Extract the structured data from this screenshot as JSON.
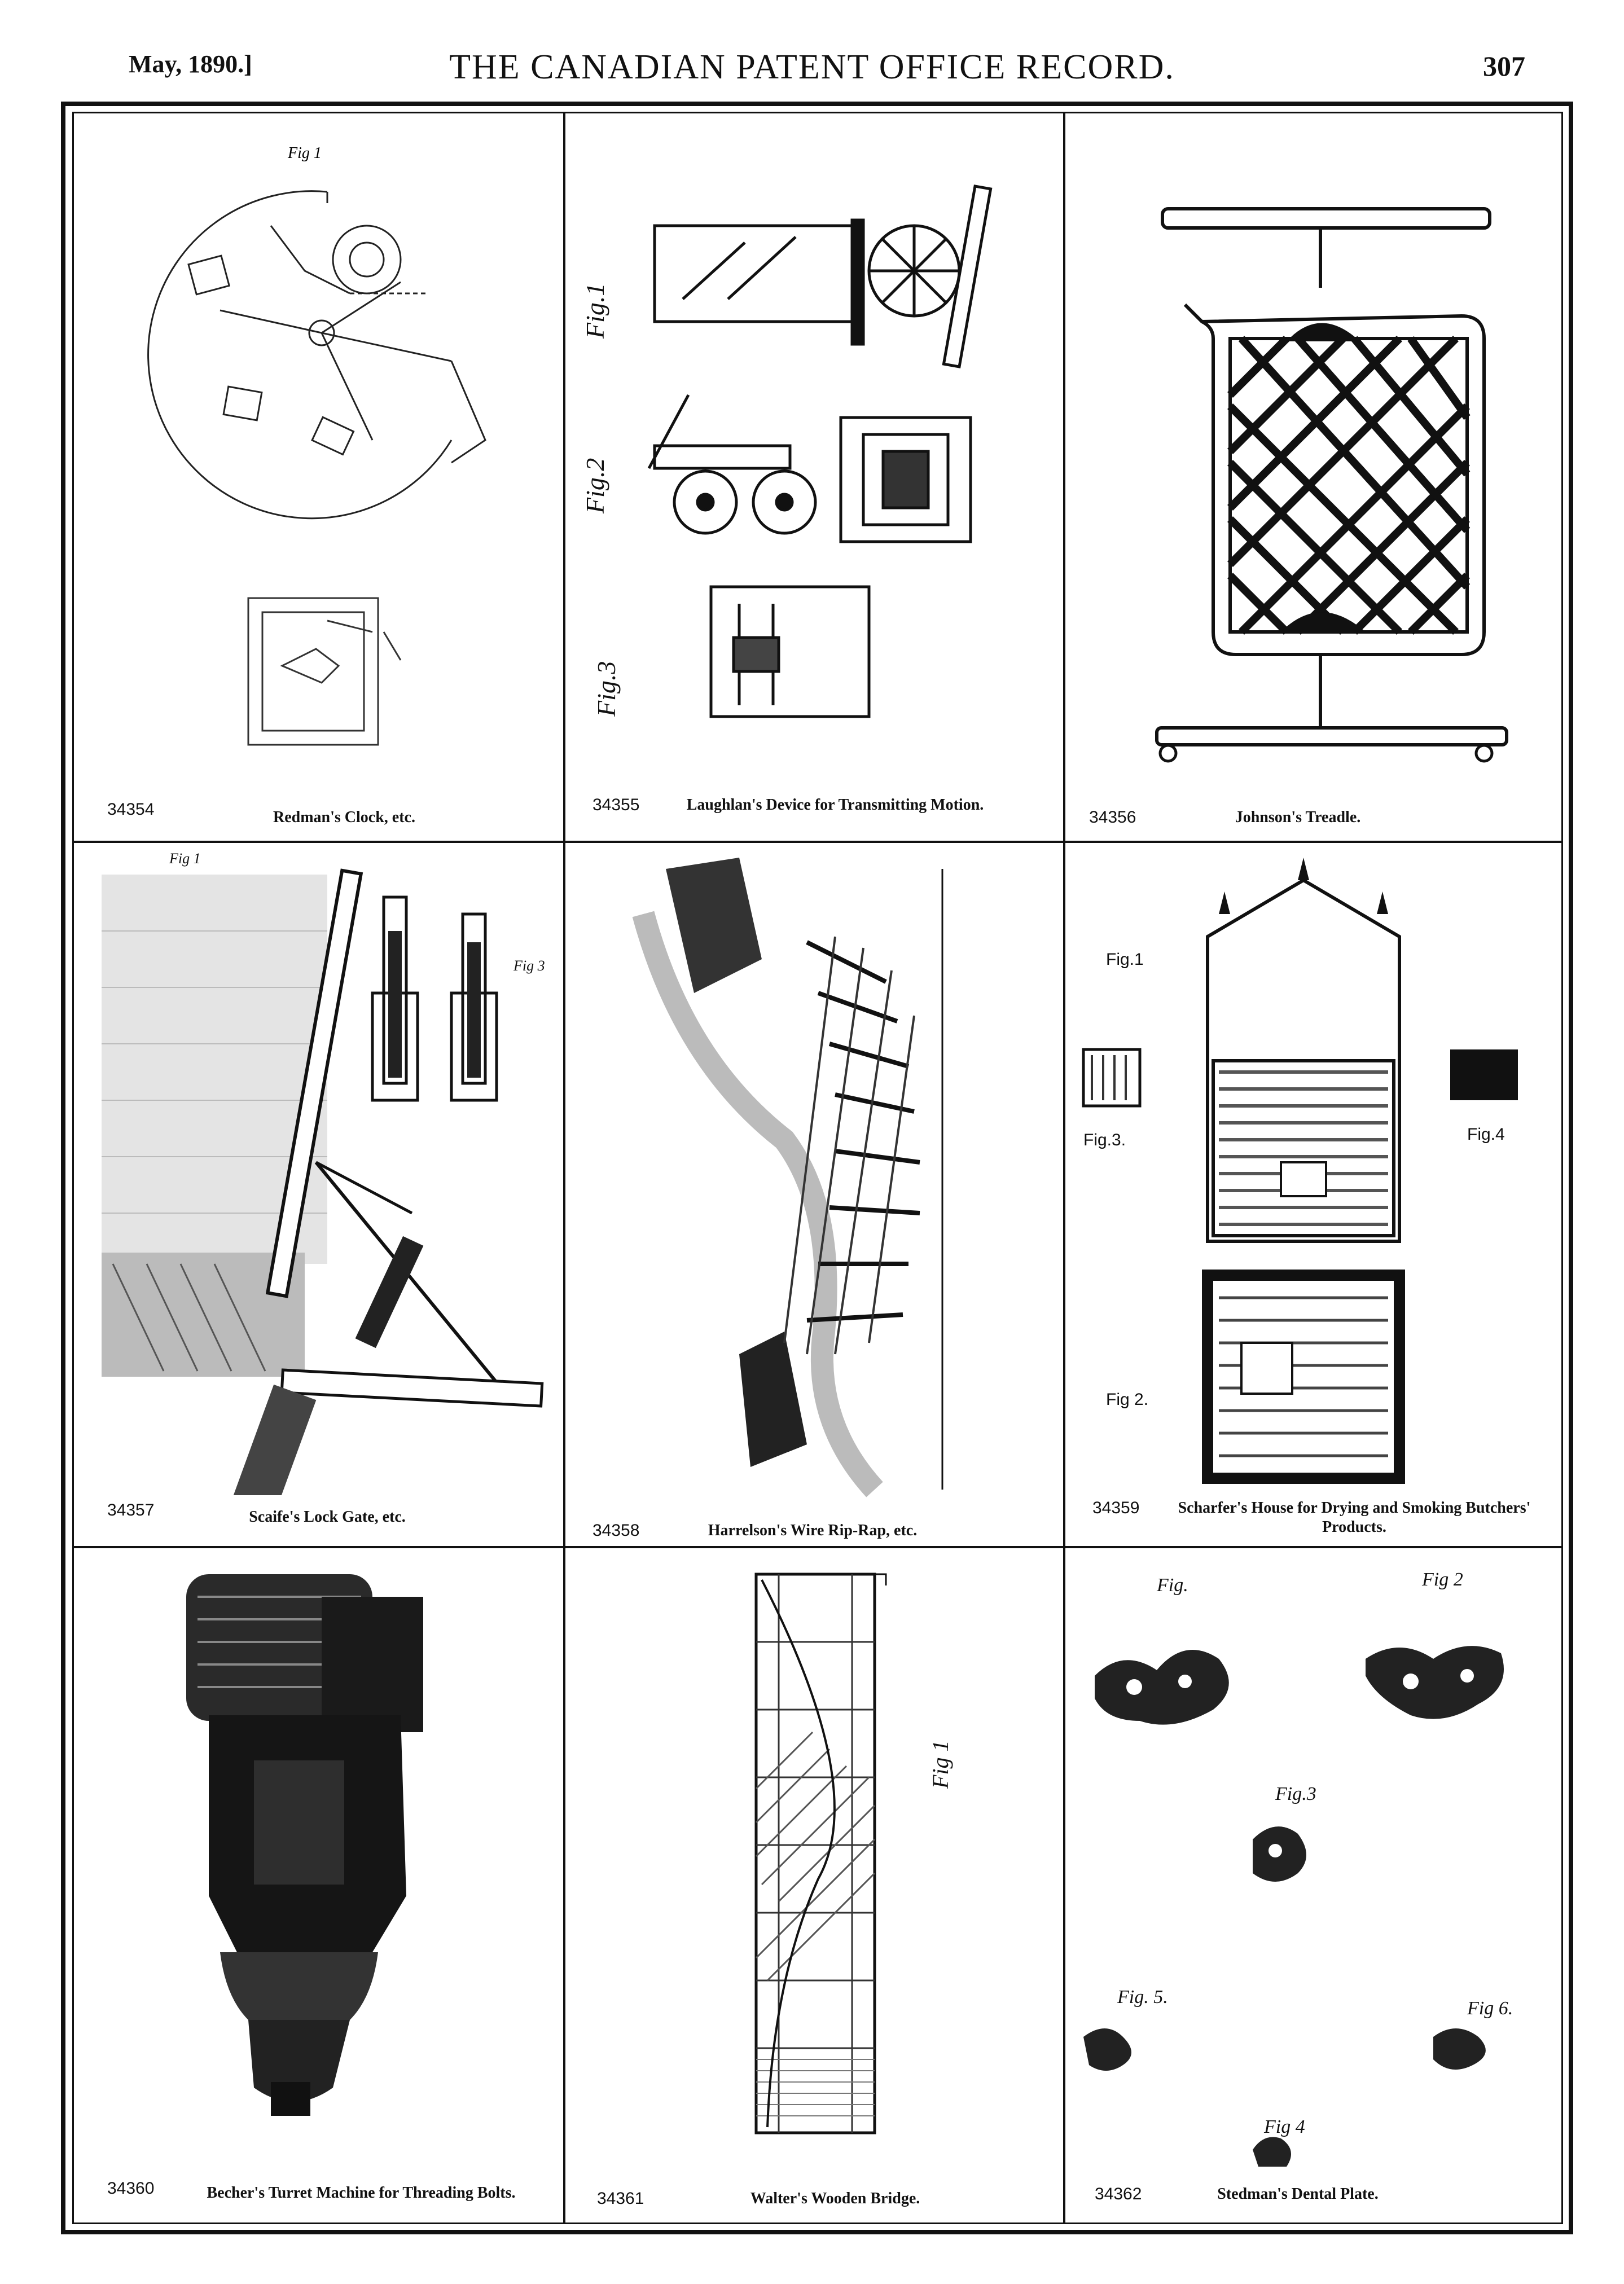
{
  "header": {
    "date": "May, 1890.]",
    "title": "THE CANADIAN PATENT OFFICE RECORD.",
    "page_number": "307"
  },
  "patents": [
    {
      "number": "34354",
      "title": "Redman's Clock, etc."
    },
    {
      "number": "34355",
      "title": "Laughlan's Device for Transmitting Motion."
    },
    {
      "number": "34356",
      "title": "Johnson's Treadle."
    },
    {
      "number": "34357",
      "title": "Scaife's Lock Gate, etc."
    },
    {
      "number": "34358",
      "title": "Harrelson's Wire Rip-Rap, etc."
    },
    {
      "number": "34359",
      "title": "Scharfer's House for Drying and Smoking Butchers' Products."
    },
    {
      "number": "34360",
      "title": "Becher's Turret Machine for Threading Bolts."
    },
    {
      "number": "34361",
      "title": "Walter's Wooden Bridge."
    },
    {
      "number": "34362",
      "title": "Stedman's Dental Plate."
    }
  ],
  "figure_labels": {
    "clock_fig": "Fig 1",
    "laughlan_fig1": "Fig.1",
    "laughlan_fig2": "Fig.2",
    "laughlan_fig3": "Fig.3",
    "scaife_fig1": "Fig 1",
    "scaife_fig3": "Fig 3",
    "scharfer_fig1": "Fig.1",
    "scharfer_fig2": "Fig 2.",
    "scharfer_fig3": "Fig.3.",
    "scharfer_fig4": "Fig.4",
    "walter_fig": "Fig 1",
    "stedman_fig1": "Fig.",
    "stedman_fig2": "Fig 2",
    "stedman_fig3": "Fig.3",
    "stedman_fig4": "Fig 4",
    "stedman_fig5": "Fig. 5.",
    "stedman_fig6": "Fig 6."
  }
}
